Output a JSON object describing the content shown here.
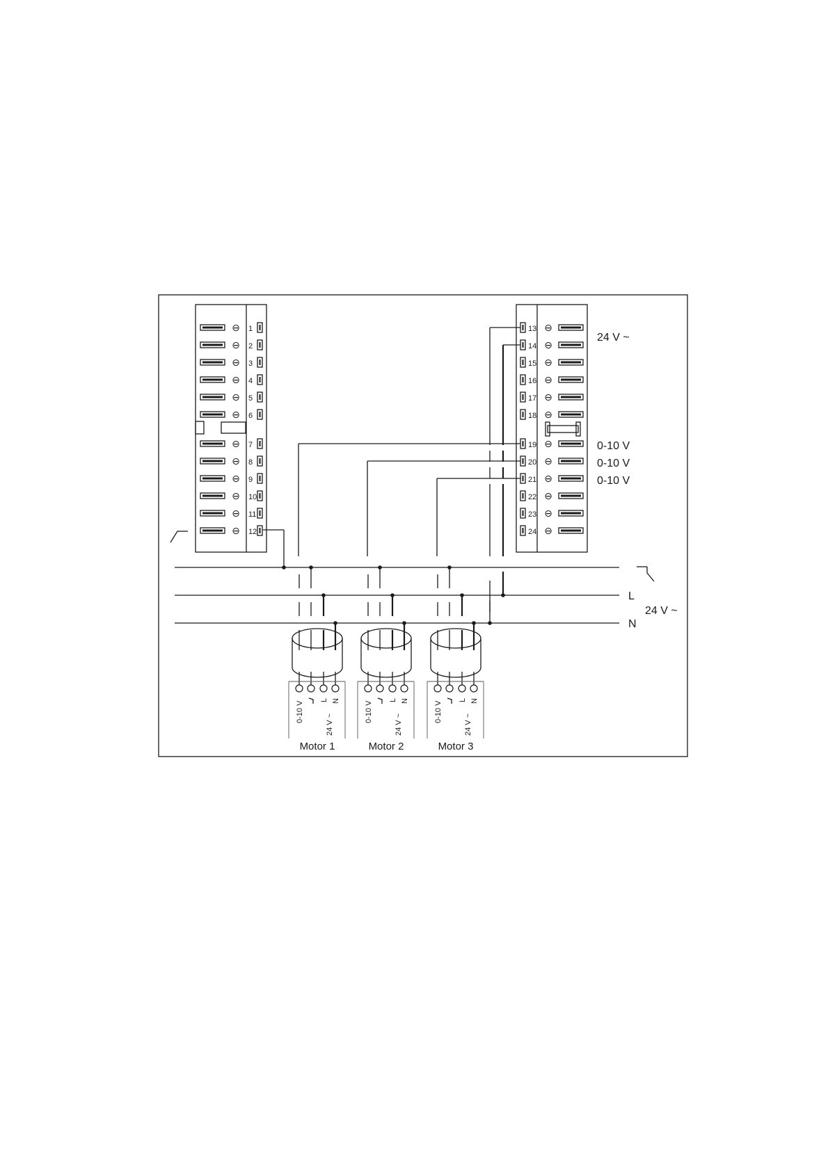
{
  "left_module": {
    "terminals_top": [
      "1",
      "2",
      "3",
      "4",
      "5",
      "6"
    ],
    "terminals_bottom": [
      "7",
      "8",
      "9",
      "10",
      "11",
      "12"
    ],
    "minus_symbol": "⊖"
  },
  "right_module": {
    "terminals_top": [
      "13",
      "14",
      "15",
      "16",
      "17",
      "18"
    ],
    "terminals_bottom": [
      "19",
      "20",
      "21",
      "22",
      "23",
      "24"
    ],
    "minus_symbol": "⊖",
    "labels": {
      "t13": "24 V ~",
      "t19": "0-10 V",
      "t20": "0-10 V",
      "t21": "0-10 V"
    }
  },
  "bus": {
    "L_label": "L",
    "N_label": "N",
    "supply_label": "24 V ~"
  },
  "motor_pin_labels": {
    "signal": "0-10 V",
    "line": "L",
    "neutral": "N",
    "supply": "24 V ~"
  },
  "motors": [
    {
      "name": "Motor 1"
    },
    {
      "name": "Motor 2"
    },
    {
      "name": "Motor 3"
    }
  ]
}
